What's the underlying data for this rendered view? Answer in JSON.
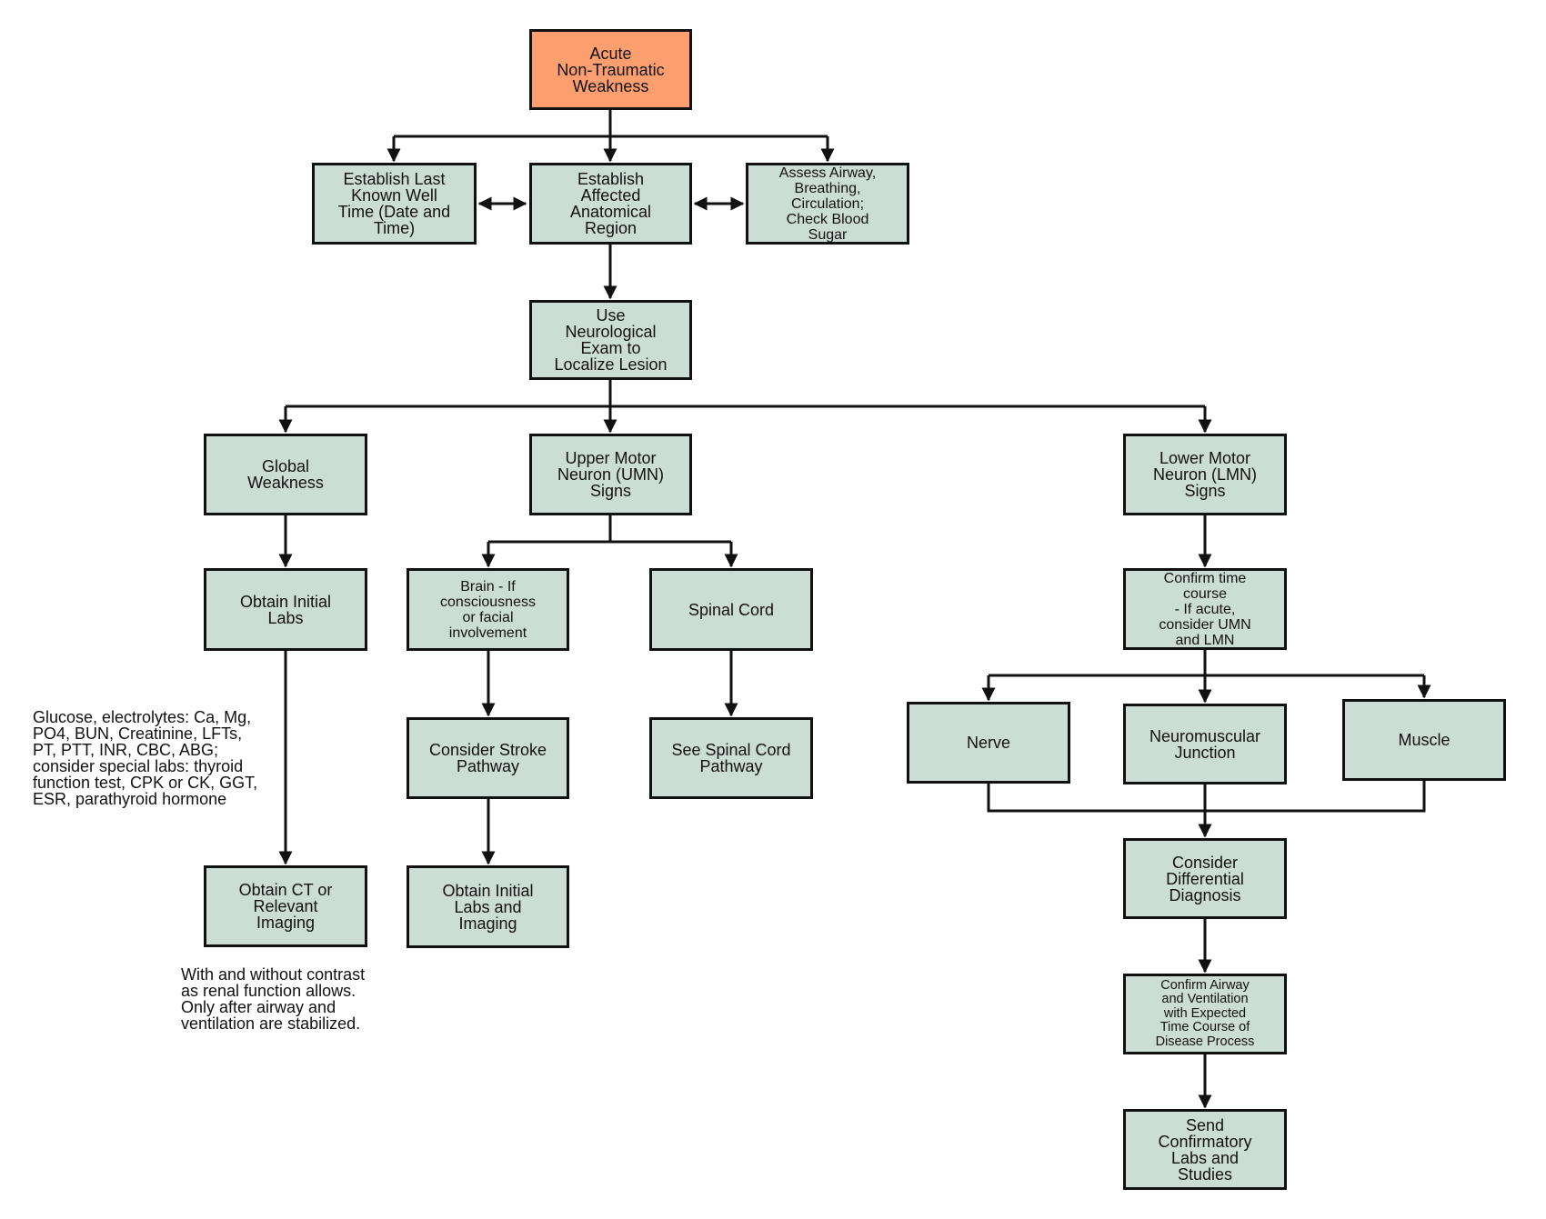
{
  "diagram": {
    "type": "flowchart",
    "colors": {
      "root_fill": "#fc9e6e",
      "node_fill": "#ccddd5",
      "stroke": "#111111"
    },
    "nodes": {
      "root": "Acute\nNon-Traumatic\nWeakness",
      "last_known_well": "Establish Last\nKnown Well\nTime (Date and\nTime)",
      "anatomical_region": "Establish\nAffected\nAnatomical\nRegion",
      "abc_glucose": "Assess Airway,\nBreathing,\nCirculation;\nCheck Blood\nSugar",
      "neuro_exam": "Use\nNeurological\nExam to\nLocalize Lesion",
      "global_weakness": "Global\nWeakness",
      "umn_signs": "Upper Motor\nNeuron (UMN)\nSigns",
      "lmn_signs": "Lower Motor\nNeuron (LMN)\nSigns",
      "initial_labs": "Obtain Initial\nLabs",
      "brain": "Brain - If\nconsciousness\nor facial\ninvolvement",
      "spinal_cord": "Spinal Cord",
      "time_course": "Confirm time\ncourse\n- If acute,\nconsider UMN\nand LMN",
      "nerve": "Nerve",
      "nmj": "Neuromuscular\nJunction",
      "muscle": "Muscle",
      "stroke_pathway": "Consider Stroke\nPathway",
      "spinal_pathway": "See Spinal Cord\nPathway",
      "ct_imaging": "Obtain CT or\nRelevant\nImaging",
      "labs_imaging": "Obtain Initial\nLabs and\nImaging",
      "differential": "Consider\nDifferential\nDiagnosis",
      "airway_ventilation": "Confirm Airway\nand Ventilation\nwith Expected\nTime Course of\nDisease Process",
      "confirmatory": "Send\nConfirmatory\nLabs and\nStudies"
    },
    "notes": {
      "labs_note": "Glucose, electrolytes: Ca, Mg,\nPO4, BUN, Creatinine, LFTs,\nPT, PTT, INR, CBC, ABG;\nconsider special labs: thyroid\nfunction test, CPK or CK, GGT,\nESR, parathyroid hormone",
      "imaging_note": "With and without contrast\nas renal function allows.\nOnly after airway and\nventilation are stabilized."
    },
    "edges": [
      {
        "from": "root",
        "to": "last_known_well"
      },
      {
        "from": "root",
        "to": "anatomical_region"
      },
      {
        "from": "root",
        "to": "abc_glucose"
      },
      {
        "from": "last_known_well",
        "to": "anatomical_region",
        "bidirectional": true
      },
      {
        "from": "anatomical_region",
        "to": "abc_glucose",
        "bidirectional": true
      },
      {
        "from": "anatomical_region",
        "to": "neuro_exam"
      },
      {
        "from": "neuro_exam",
        "to": "global_weakness"
      },
      {
        "from": "neuro_exam",
        "to": "umn_signs"
      },
      {
        "from": "neuro_exam",
        "to": "lmn_signs"
      },
      {
        "from": "global_weakness",
        "to": "initial_labs"
      },
      {
        "from": "initial_labs",
        "to": "ct_imaging"
      },
      {
        "from": "umn_signs",
        "to": "brain"
      },
      {
        "from": "umn_signs",
        "to": "spinal_cord"
      },
      {
        "from": "brain",
        "to": "stroke_pathway"
      },
      {
        "from": "stroke_pathway",
        "to": "labs_imaging"
      },
      {
        "from": "spinal_cord",
        "to": "spinal_pathway"
      },
      {
        "from": "lmn_signs",
        "to": "time_course"
      },
      {
        "from": "time_course",
        "to": "nerve"
      },
      {
        "from": "time_course",
        "to": "nmj"
      },
      {
        "from": "time_course",
        "to": "muscle"
      },
      {
        "from": "nerve",
        "to": "differential"
      },
      {
        "from": "nmj",
        "to": "differential"
      },
      {
        "from": "muscle",
        "to": "differential"
      },
      {
        "from": "differential",
        "to": "airway_ventilation"
      },
      {
        "from": "airway_ventilation",
        "to": "confirmatory"
      }
    ]
  }
}
